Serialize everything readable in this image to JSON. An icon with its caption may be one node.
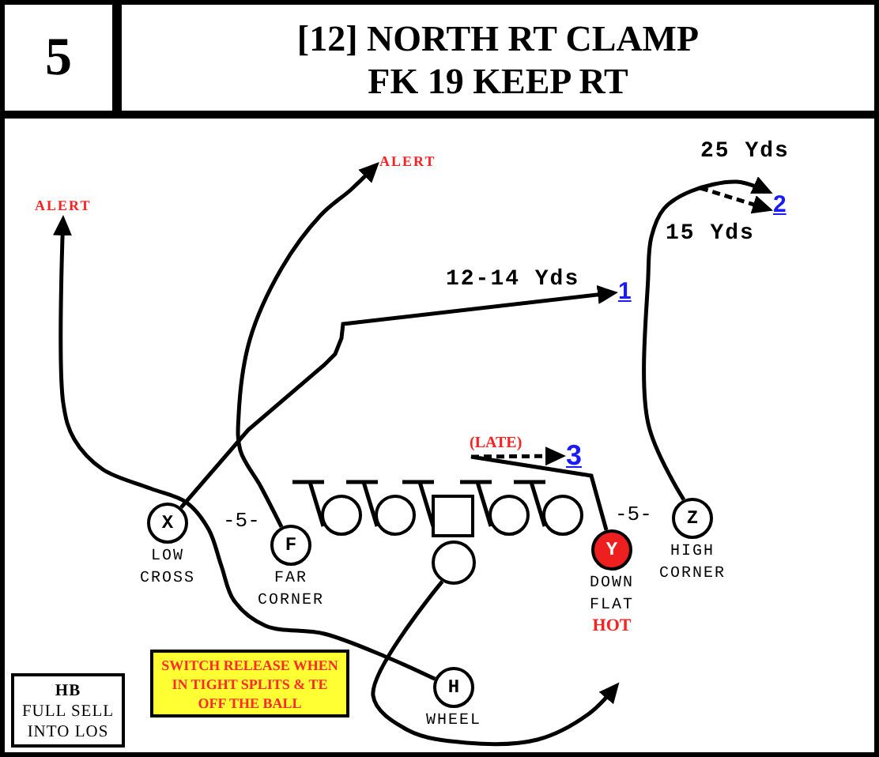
{
  "diagram": {
    "nodes": [
      {
        "text": [
          "5"
        ]
      },
      {
        "text": [
          "[12] NORTH RT CLAMP",
          "FK 19 KEEP RT"
        ]
      },
      {
        "text": [
          "ALERT"
        ]
      },
      {
        "text": [
          "2"
        ]
      },
      {
        "text": [
          "ALERT"
        ]
      },
      {
        "text": [
          "1"
        ]
      },
      {
        "text": [
          "3"
        ]
      },
      {
        "text": [
          "X"
        ],
        "beside": [
          "LOW CROSS"
        ]
      },
      {
        "text": [
          "F"
        ],
        "beside": [
          "FAR CORNER"
        ]
      },
      {
        "text": [],
        "shape": "circle"
      },
      {
        "text": [],
        "shape": "circle"
      },
      {
        "text": [],
        "shape": "box"
      },
      {
        "text": [],
        "shape": "circle"
      },
      {
        "text": [],
        "shape": "circle"
      },
      {
        "text": [
          "Y"
        ],
        "beside": [
          "DOWN FLAT",
          "HOT"
        ]
      },
      {
        "text": [
          "Z"
        ],
        "beside": [
          "HIGH CORNER"
        ]
      },
      {
        "text": [],
        "shape": "circle"
      },
      {
        "text": [
          "SWITCH RELEASE WHEN IN TIGHT SPLITS & TE OFF THE BALL"
        ]
      },
      {
        "text": [
          "HB",
          "FULL SELL INTO LOS"
        ]
      },
      {
        "text": [
          "H"
        ],
        "beside": [
          "WHEEL"
        ]
      }
    ],
    "edges": [
      {
        "from": 7,
        "to": 5,
        "arrow": "to",
        "label": "12-14 Yds"
      },
      {
        "from": 8,
        "to": 2,
        "arrow": "to"
      },
      {
        "from": 19,
        "to": 4,
        "arrow": "to"
      },
      {
        "from": 16,
        "to": null,
        "arrow": "to"
      },
      {
        "from": 14,
        "to": 6,
        "arrow": "to",
        "label": "(LATE)",
        "style": "dashed"
      },
      {
        "from": 15,
        "to": 3,
        "arrow": "to",
        "label": "25 Yds"
      },
      {
        "from": null,
        "to": 3,
        "arrow": "to",
        "style": "dashed"
      }
    ],
    "labels": [
      "15 Yds",
      "-5-",
      "-5-"
    ]
  }
}
